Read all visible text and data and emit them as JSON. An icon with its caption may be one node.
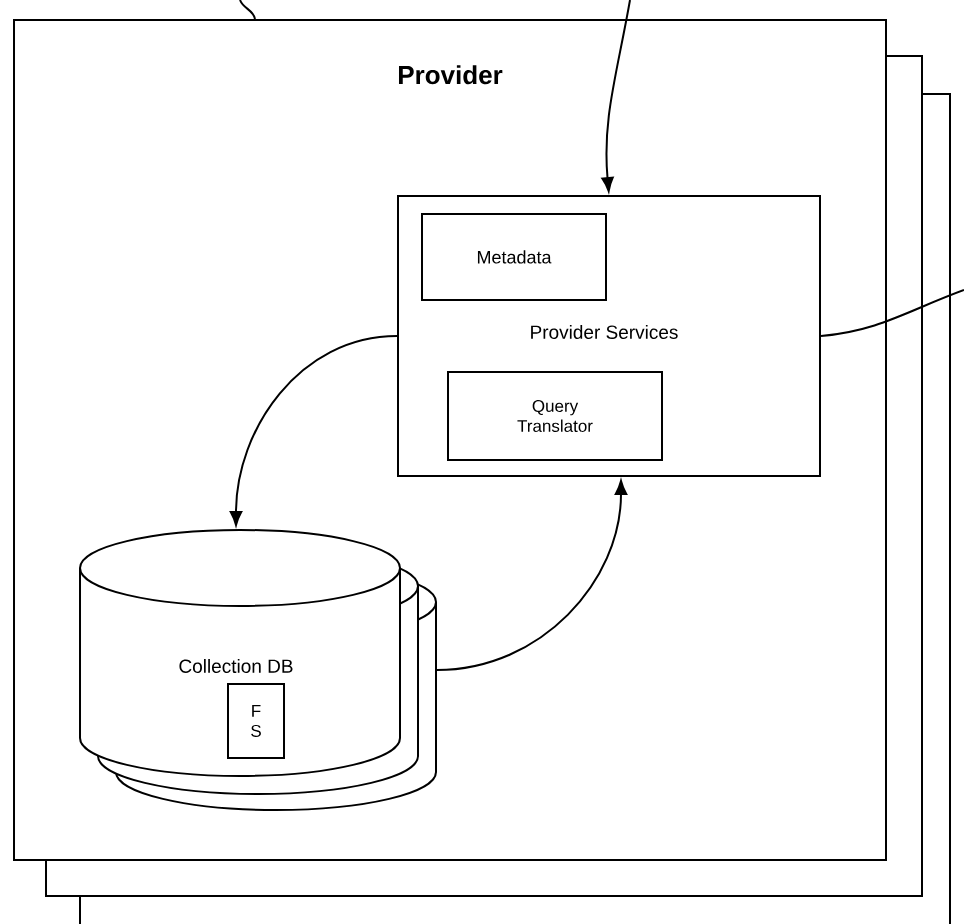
{
  "diagram": {
    "nodes": [
      {
        "text": [
          "Provider"
        ]
      },
      {
        "text": [
          "Provider Services"
        ],
        "in": 0
      },
      {
        "text": [
          "Metadata"
        ],
        "in": 1
      },
      {
        "text": [
          "Query Translator"
        ],
        "in": 1
      },
      {
        "text": [
          "Collection DB"
        ],
        "in": 0
      },
      {
        "text": [
          "F S"
        ],
        "in": 4
      }
    ],
    "edges": [
      {
        "from": null,
        "to": 1,
        "arrow": "to"
      },
      {
        "from": 1,
        "to": 4,
        "arrow": "to"
      },
      {
        "from": 4,
        "to": 1,
        "arrow": "to"
      },
      {
        "from": 1,
        "to": null,
        "arrow": "none"
      },
      {
        "from": null,
        "to": 0,
        "arrow": "none"
      }
    ]
  }
}
